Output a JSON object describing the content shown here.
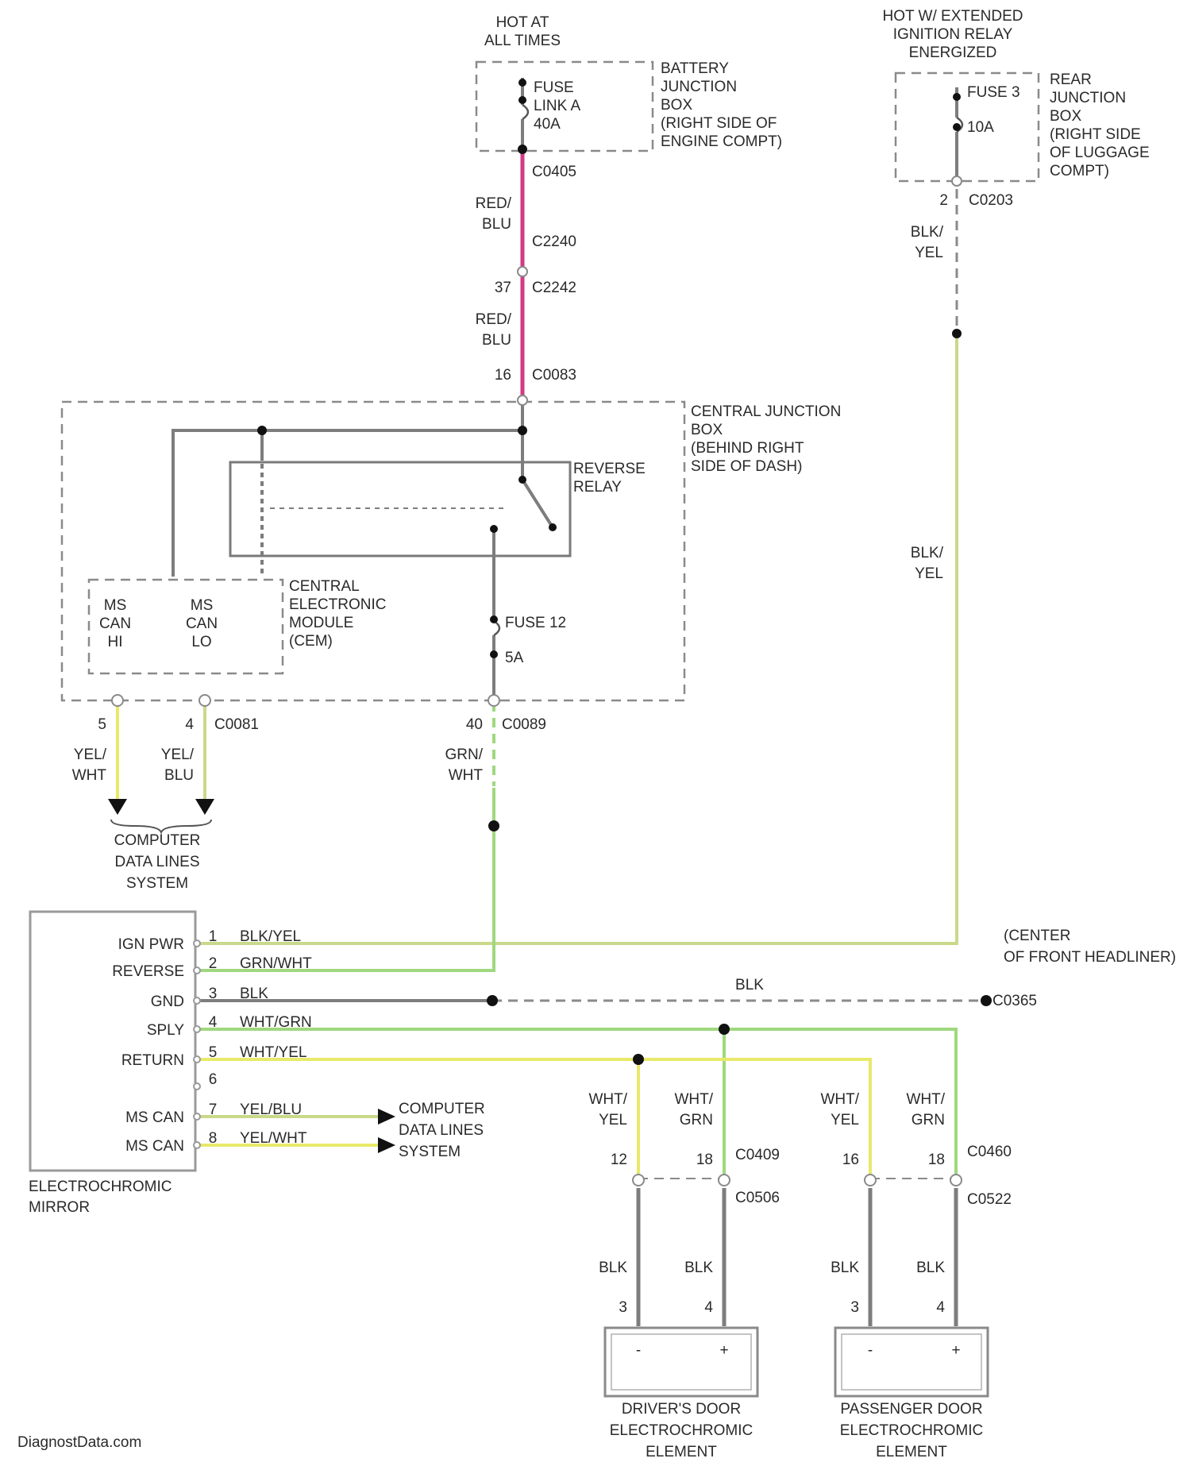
{
  "power_sources": {
    "hot_at_all_times": [
      "HOT AT",
      "ALL TIMES"
    ],
    "hot_ignition": [
      "HOT W/ EXTENDED",
      "IGNITION RELAY",
      "ENERGIZED"
    ]
  },
  "boxes": {
    "battery_junction_box": [
      "BATTERY",
      "JUNCTION",
      "BOX",
      "(RIGHT SIDE OF",
      "ENGINE COMPT)"
    ],
    "rear_junction_box": [
      "REAR",
      "JUNCTION",
      "BOX",
      "(RIGHT SIDE",
      "OF LUGGAGE",
      "COMPT)"
    ],
    "central_junction_box": [
      "CENTRAL JUNCTION",
      "BOX",
      "(BEHIND RIGHT",
      "SIDE OF DASH)"
    ],
    "reverse_relay": [
      "REVERSE",
      "RELAY"
    ],
    "central_electronic_module": [
      "CENTRAL",
      "ELECTRONIC",
      "MODULE",
      "(CEM)"
    ],
    "cem_pins": {
      "ms_can_hi": [
        "MS",
        "CAN",
        "HI"
      ],
      "ms_can_lo": [
        "MS",
        "CAN",
        "LO"
      ]
    }
  },
  "fuses": {
    "fuse_link_a": [
      "FUSE",
      "LINK A",
      "40A"
    ],
    "fuse_3": [
      "FUSE 3",
      "10A"
    ],
    "fuse_12": [
      "FUSE 12",
      "5A"
    ]
  },
  "connectors": {
    "c0405": "C0405",
    "c2240": "C2240",
    "c2242": "C2242",
    "c0083": "C0083",
    "c0081": "C0081",
    "c0089": "C0089",
    "c0203": "C0203",
    "c0365": "C0365",
    "c0409": "C0409",
    "c0506": "C0506",
    "c0460": "C0460",
    "c0522": "C0522"
  },
  "pin_numbers": {
    "p37": "37",
    "p16": "16",
    "p5": "5",
    "p4": "4",
    "p40": "40",
    "p2_rear": "2",
    "drv_12": "12",
    "drv_18": "18",
    "pas_16": "16",
    "pas_18": "18",
    "drv_el_3": "3",
    "drv_el_4": "4",
    "pas_el_3": "3",
    "pas_el_4": "4"
  },
  "wire_colors": {
    "red_blu_1": [
      "RED/",
      "BLU"
    ],
    "red_blu_2": [
      "RED/",
      "BLU"
    ],
    "blk_yel_1": [
      "BLK/",
      "YEL"
    ],
    "blk_yel_2": [
      "BLK/",
      "YEL"
    ],
    "yel_wht": [
      "YEL/",
      "WHT"
    ],
    "yel_blu": [
      "YEL/",
      "BLU"
    ],
    "grn_wht": [
      "GRN/",
      "WHT"
    ],
    "blk_ground": "BLK",
    "wht_yel_drv": [
      "WHT/",
      "YEL"
    ],
    "wht_grn_drv": [
      "WHT/",
      "GRN"
    ],
    "wht_yel_pas": [
      "WHT/",
      "YEL"
    ],
    "wht_grn_pas": [
      "WHT/",
      "GRN"
    ],
    "blk_drv_3": "BLK",
    "blk_drv_4": "BLK",
    "blk_pas_3": "BLK",
    "blk_pas_4": "BLK"
  },
  "computer_data_lines_top": [
    "COMPUTER",
    "DATA LINES",
    "SYSTEM"
  ],
  "computer_data_lines_mid": [
    "COMPUTER",
    "DATA LINES",
    "SYSTEM"
  ],
  "ground_location": [
    "(CENTER",
    "OF FRONT HEADLINER)"
  ],
  "mirror": {
    "title": [
      "ELECTROCHROMIC",
      "MIRROR"
    ],
    "pins": [
      {
        "num": "1",
        "name": "IGN PWR",
        "wire": "BLK/YEL"
      },
      {
        "num": "2",
        "name": "REVERSE",
        "wire": "GRN/WHT"
      },
      {
        "num": "3",
        "name": "GND",
        "wire": "BLK"
      },
      {
        "num": "4",
        "name": "SPLY",
        "wire": "WHT/GRN"
      },
      {
        "num": "5",
        "name": "RETURN",
        "wire": "WHT/YEL"
      },
      {
        "num": "6",
        "name": "",
        "wire": ""
      },
      {
        "num": "7",
        "name": "MS CAN",
        "wire": "YEL/BLU"
      },
      {
        "num": "8",
        "name": "MS CAN",
        "wire": "YEL/WHT"
      }
    ]
  },
  "elements": {
    "driver": [
      "DRIVER'S DOOR",
      "ELECTROCHROMIC",
      "ELEMENT"
    ],
    "passenger": [
      "PASSENGER DOOR",
      "ELECTROCHROMIC",
      "ELEMENT"
    ],
    "minus": "-",
    "plus": "+"
  },
  "watermark": "DiagnostData.com"
}
